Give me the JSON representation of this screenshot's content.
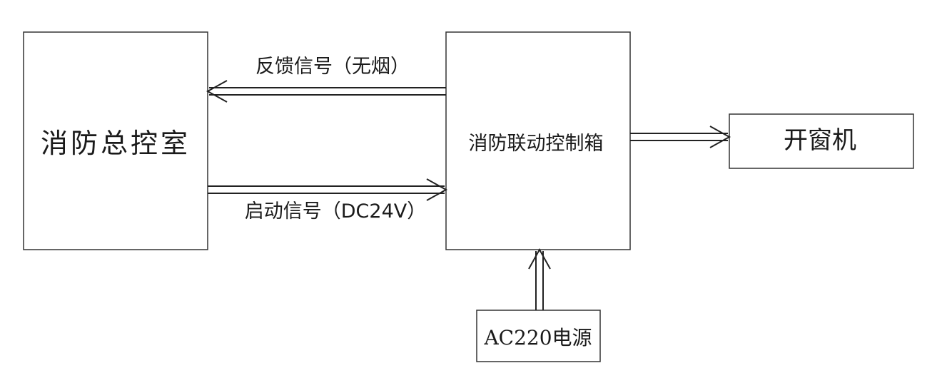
{
  "nodes": {
    "fire_control_room": "消防总控室",
    "linkage_control_box": "消防联动控制箱",
    "window_opener": "开窗机",
    "power_supply": "AC220电源"
  },
  "edges": {
    "feedback_signal": "反馈信号（无烟）",
    "start_signal": "启动信号（DC24V）"
  },
  "colors": {
    "line": "#222222",
    "box_border": "#333333",
    "text": "#1a1a1a"
  }
}
